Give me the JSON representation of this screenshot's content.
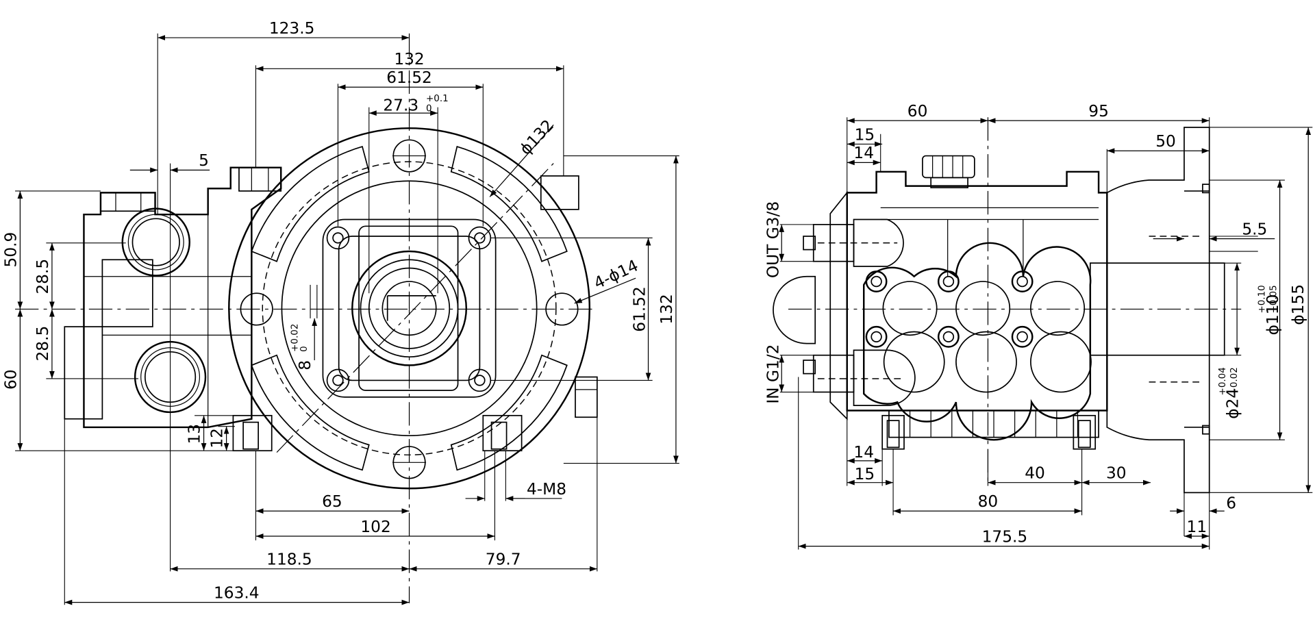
{
  "front_view": {
    "dims": {
      "d123_5": "123.5",
      "d132_top": "132",
      "d61_52_top": "61.52",
      "d27_3": "27.3",
      "d27_3_tol_upper": "+0.1",
      "d27_3_tol_lower": "0",
      "dia132": "ϕ132",
      "d5": "5",
      "holes_4x14": "4-ϕ14",
      "d50_9": "50.9",
      "d28_5_upper": "28.5",
      "d28_5_lower": "28.5",
      "d60": "60",
      "d8": "8",
      "d8_tol_upper": "+0.02",
      "d8_tol_lower": "0",
      "d61_52_side": "61.52",
      "d132_side": "132",
      "d13": "13",
      "d12": "12",
      "thread_4xM8": "4-M8",
      "d65": "65",
      "d102": "102",
      "d118_5": "118.5",
      "d79_7": "79.7",
      "d163_4": "163.4"
    }
  },
  "side_view": {
    "labels": {
      "outlet": "OUT G3/8",
      "inlet": "IN G1/2"
    },
    "dims": {
      "d60": "60",
      "d95": "95",
      "d15_top": "15",
      "d14_top": "14",
      "d50": "50",
      "d5_5": "5.5",
      "dia110": "ϕ110",
      "dia110_tol_upper": "+0.10",
      "dia110_tol_lower": "+0.05",
      "dia155": "ϕ155",
      "dia24": "ϕ24",
      "dia24_tol_upper": "+0.04",
      "dia24_tol_lower": "+0.02",
      "d14_bottom": "14",
      "d15_bottom": "15",
      "d40": "40",
      "d30": "30",
      "d80": "80",
      "d6": "6",
      "d11": "11",
      "d175_5": "175.5"
    }
  }
}
